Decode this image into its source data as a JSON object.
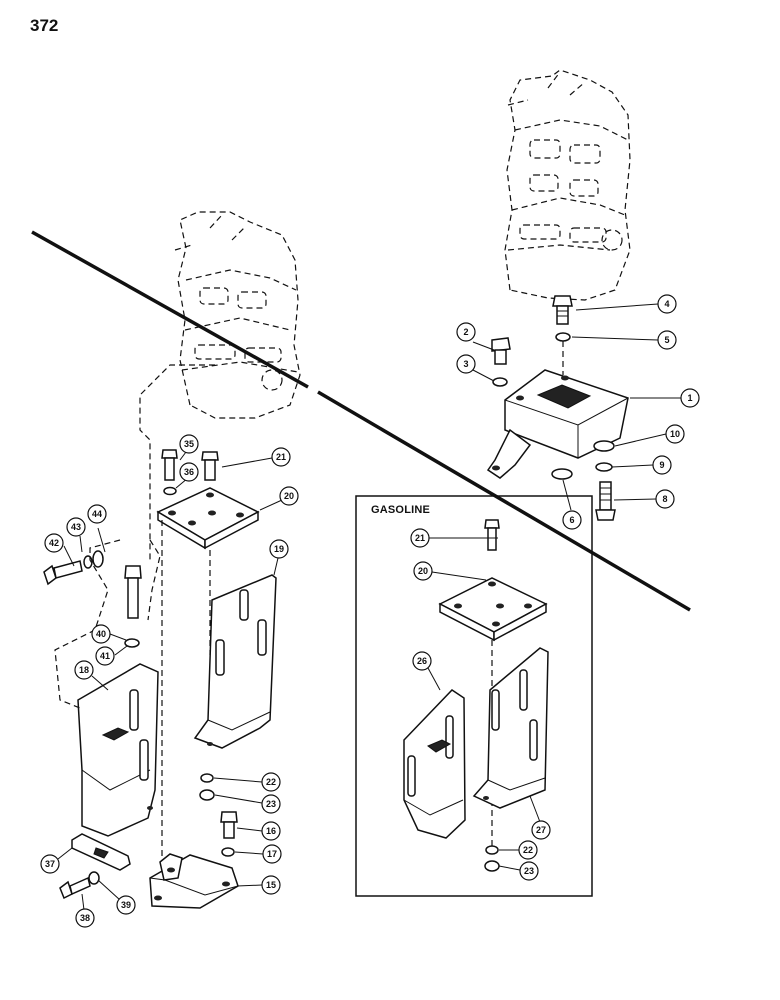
{
  "page_number": "372",
  "inset": {
    "title": "GASOLINE"
  },
  "callouts": {
    "c1": "1",
    "c2": "2",
    "c3": "3",
    "c4": "4",
    "c5": "5",
    "c6": "6",
    "c8": "8",
    "c9": "9",
    "c10": "10",
    "c15": "15",
    "c16": "16",
    "c17": "17",
    "c18": "18",
    "c19": "19",
    "c20": "20",
    "c21": "21",
    "c22": "22",
    "c23": "23",
    "c35": "35",
    "c36": "36",
    "c37": "37",
    "c38": "38",
    "c39": "39",
    "c40": "40",
    "c41": "41",
    "c42": "42",
    "c43": "43",
    "c44": "44",
    "i21": "21",
    "i20": "20",
    "i26": "26",
    "i27": "27",
    "i22": "22",
    "i23": "23"
  }
}
